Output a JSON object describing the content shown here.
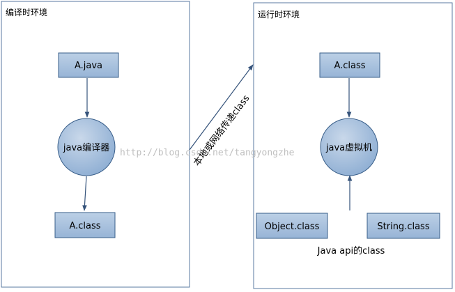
{
  "compile_env": {
    "title": "编译时环境",
    "source_file": "A.java",
    "compiler": "java编译器",
    "output_file": "A.class"
  },
  "runtime_env": {
    "title": "运行时环境",
    "class_file": "A.class",
    "jvm": "java虚拟机",
    "api_classes": [
      "Object.class",
      "String.class"
    ],
    "api_label": "Java api的class"
  },
  "transfer_label": "本地或网络传递class",
  "watermark": "http://blog.csdn.net/tangyongzhe",
  "colors": {
    "box_fill": "#a5bdd8",
    "box_stroke": "#3a5f8a",
    "circle_fill": "#a9c0dc",
    "arrow": "#34527a",
    "panel_stroke": "#5a7aa0"
  }
}
